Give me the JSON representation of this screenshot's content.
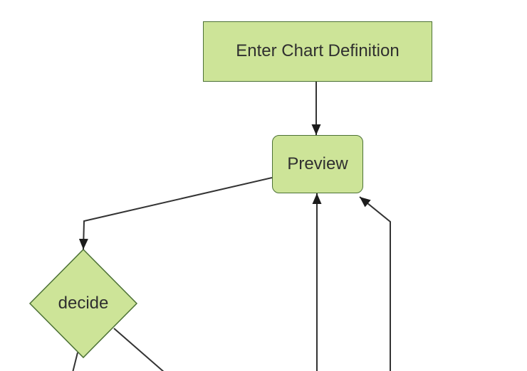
{
  "diagram": {
    "type": "flowchart",
    "orientation": "top-down",
    "colors": {
      "background": "#ffffff",
      "node_fill": "#cde498",
      "node_border": "#4c7135",
      "edge_line": "#333333",
      "arrowhead": "#1c1c1c",
      "text": "#2f2f2f"
    },
    "nodes": [
      {
        "id": "enter-chart-definition",
        "label": "Enter Chart Definition",
        "shape": "rectangle"
      },
      {
        "id": "preview",
        "label": "Preview",
        "shape": "rounded-rectangle"
      },
      {
        "id": "decide",
        "label": "decide",
        "shape": "diamond"
      }
    ],
    "edges": [
      {
        "from": "enter-chart-definition",
        "to": "preview",
        "arrowhead": true
      },
      {
        "from": "preview",
        "to": "decide",
        "arrowhead": true
      },
      {
        "from": "decide",
        "to": "offscreen-bottom-left",
        "arrowhead": false
      },
      {
        "from": "decide",
        "to": "offscreen-bottom",
        "arrowhead": false
      },
      {
        "from": "offscreen-bottom",
        "to": "preview",
        "arrowhead": true
      },
      {
        "from": "offscreen-bottom-right",
        "to": "preview",
        "arrowhead": true
      }
    ]
  }
}
